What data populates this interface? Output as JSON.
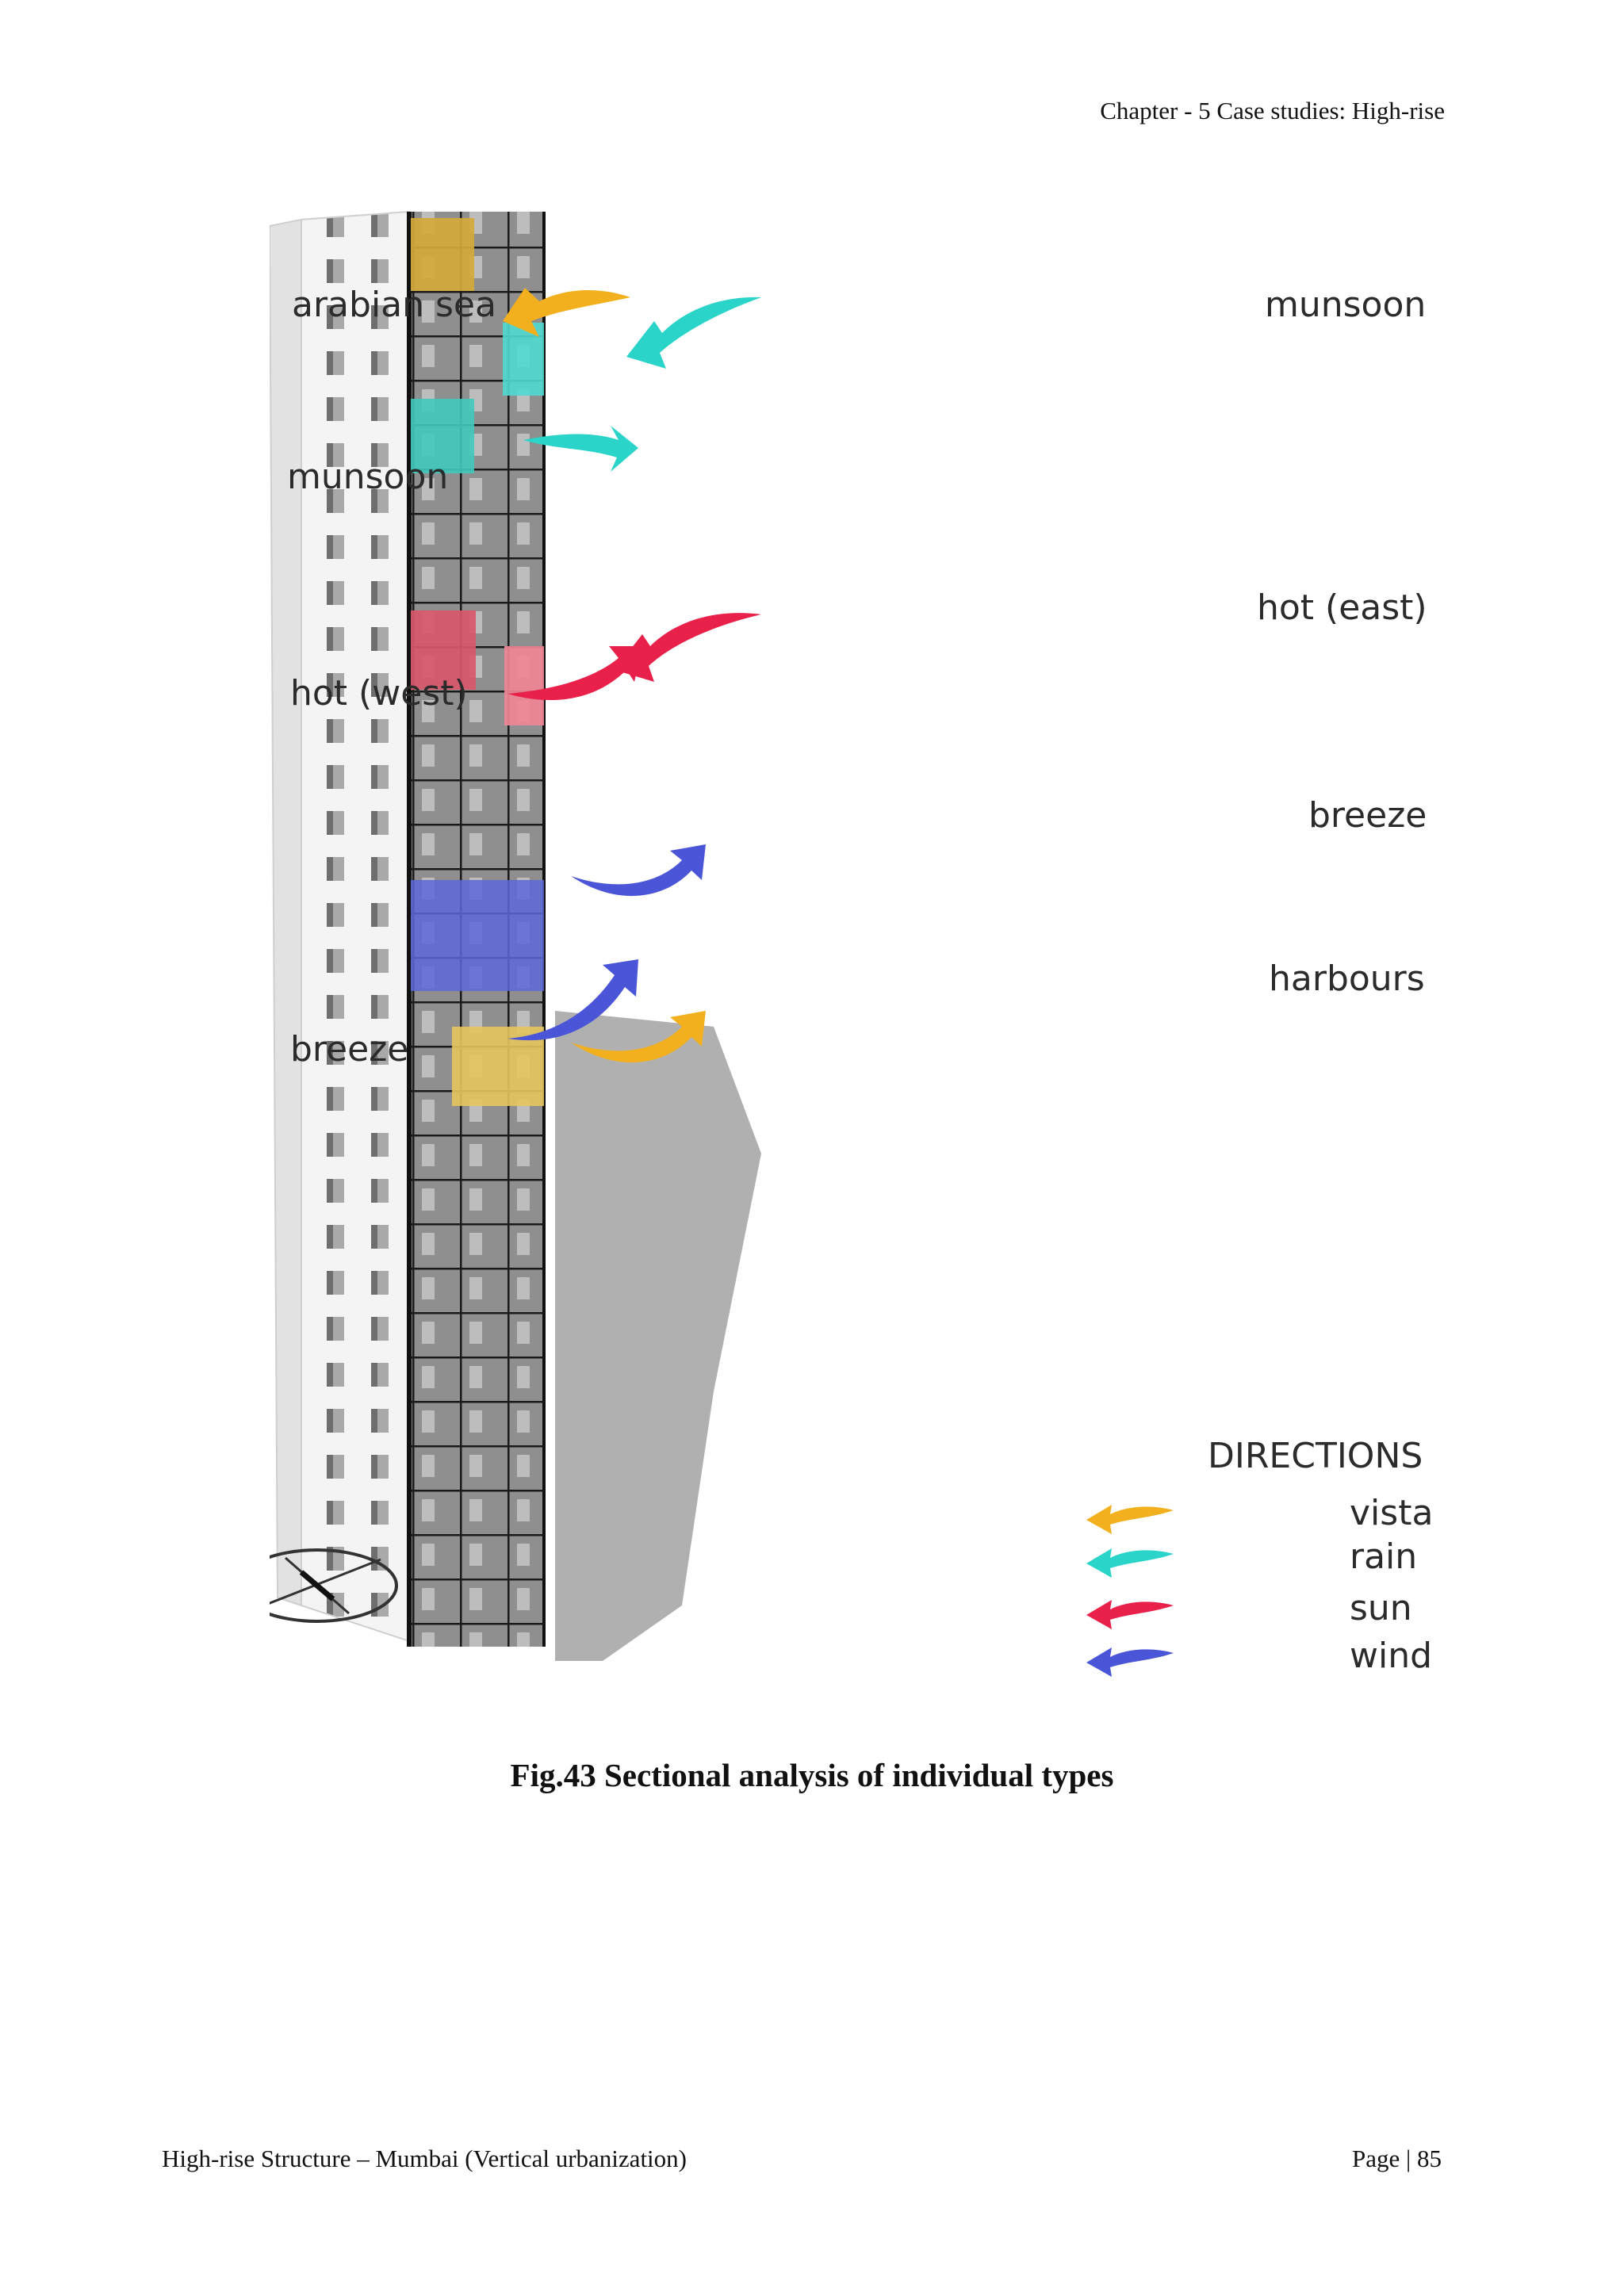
{
  "header": {
    "chapter": "Chapter - 5 Case studies: High-rise"
  },
  "figure": {
    "labels": {
      "arabian_sea": "arabian sea",
      "munsoon_east": "munsoon",
      "munsoon_west": "munsoon",
      "hot_east": "hot (east)",
      "hot_west": "hot (west)",
      "breeze_east": "breeze",
      "breeze_west": "breeze",
      "harbours": "harbours"
    },
    "legend": {
      "title": "DIRECTIONS",
      "items": [
        {
          "label": "vista",
          "color": "#f2b01e"
        },
        {
          "label": "rain",
          "color": "#2ad4c8"
        },
        {
          "label": "sun",
          "color": "#e8204a"
        },
        {
          "label": "wind",
          "color": "#4a55d8"
        }
      ]
    },
    "colors": {
      "vista": "#f2b01e",
      "rain": "#2ad4c8",
      "sun": "#e8204a",
      "wind": "#4a55d8"
    }
  },
  "caption": "Fig.43 Sectional analysis of individual types",
  "footer": {
    "left": "High-rise Structure – Mumbai (Vertical urbanization)",
    "right": "Page | 85"
  }
}
